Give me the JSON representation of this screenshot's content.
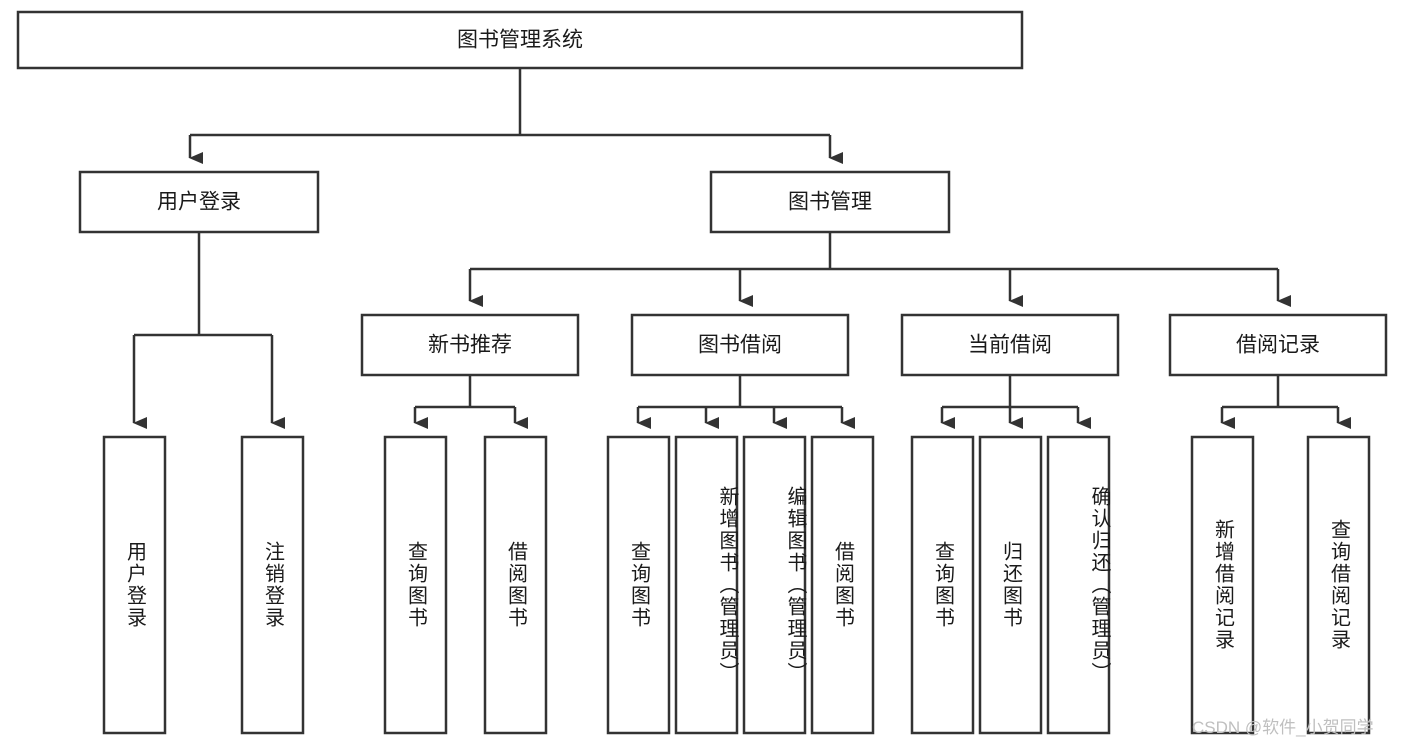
{
  "diagram": {
    "type": "hierarchy-tree",
    "title": "图书管理系统",
    "watermark": "CSDN @软件_小贺同学",
    "colors": {
      "box_stroke": "#333333",
      "box_fill": "#ffffff",
      "text": "#1a1a1a",
      "connector": "#333333",
      "watermark": "#bfbfbf",
      "background": "#ffffff"
    },
    "root": {
      "label": "图书管理系统"
    },
    "level2": [
      {
        "label": "用户登录"
      },
      {
        "label": "图书管理"
      }
    ],
    "level3": [
      {
        "label": "新书推荐"
      },
      {
        "label": "图书借阅"
      },
      {
        "label": "当前借阅"
      },
      {
        "label": "借阅记录"
      }
    ],
    "leaves": {
      "user_login": [
        {
          "label": "用户登录"
        },
        {
          "label": "注销登录"
        }
      ],
      "new_book_recommend": [
        {
          "label": "查询图书"
        },
        {
          "label": "借阅图书"
        }
      ],
      "book_borrow": [
        {
          "label": "查询图书"
        },
        {
          "label": "新增图书（管理员）"
        },
        {
          "label": "编辑图书（管理员）"
        },
        {
          "label": "借阅图书"
        }
      ],
      "current_borrow": [
        {
          "label": "查询图书"
        },
        {
          "label": "归还图书"
        },
        {
          "label": "确认归还（管理员）"
        }
      ],
      "borrow_record": [
        {
          "label": "新增借阅记录"
        },
        {
          "label": "查询借阅记录"
        }
      ]
    }
  }
}
